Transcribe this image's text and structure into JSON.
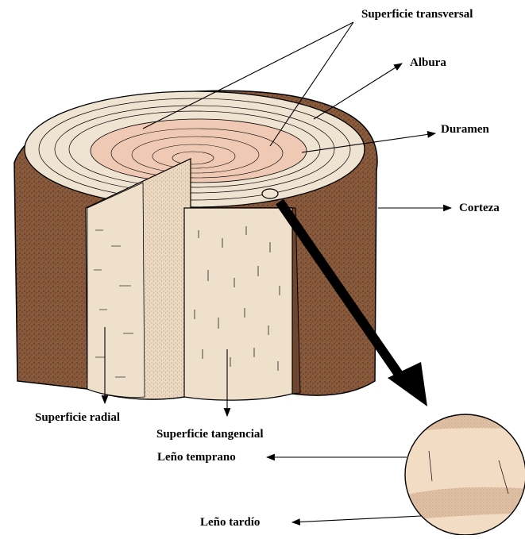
{
  "labels": {
    "superficie_transversal": "Superficie transversal",
    "albura": "Albura",
    "duramen": "Duramen",
    "corteza": "Corteza",
    "superficie_radial": "Superficie radial",
    "superficie_tangencial": "Superficie tangencial",
    "leno_temprano": "Leño temprano",
    "leno_tardio": "Leño tardío"
  },
  "colors": {
    "bark": "#8a5a3c",
    "bark_dark": "#5a3a26",
    "bark_outer": "#6e4630",
    "sapwood": "#efe3d2",
    "heartwood": "#efc9b3",
    "radial_face": "#ecd9c2",
    "tangential_face": "#efe0cc",
    "latewood_band": "#e2c3a6",
    "earlywood": "#f3dcc4",
    "ink": "#000000"
  }
}
